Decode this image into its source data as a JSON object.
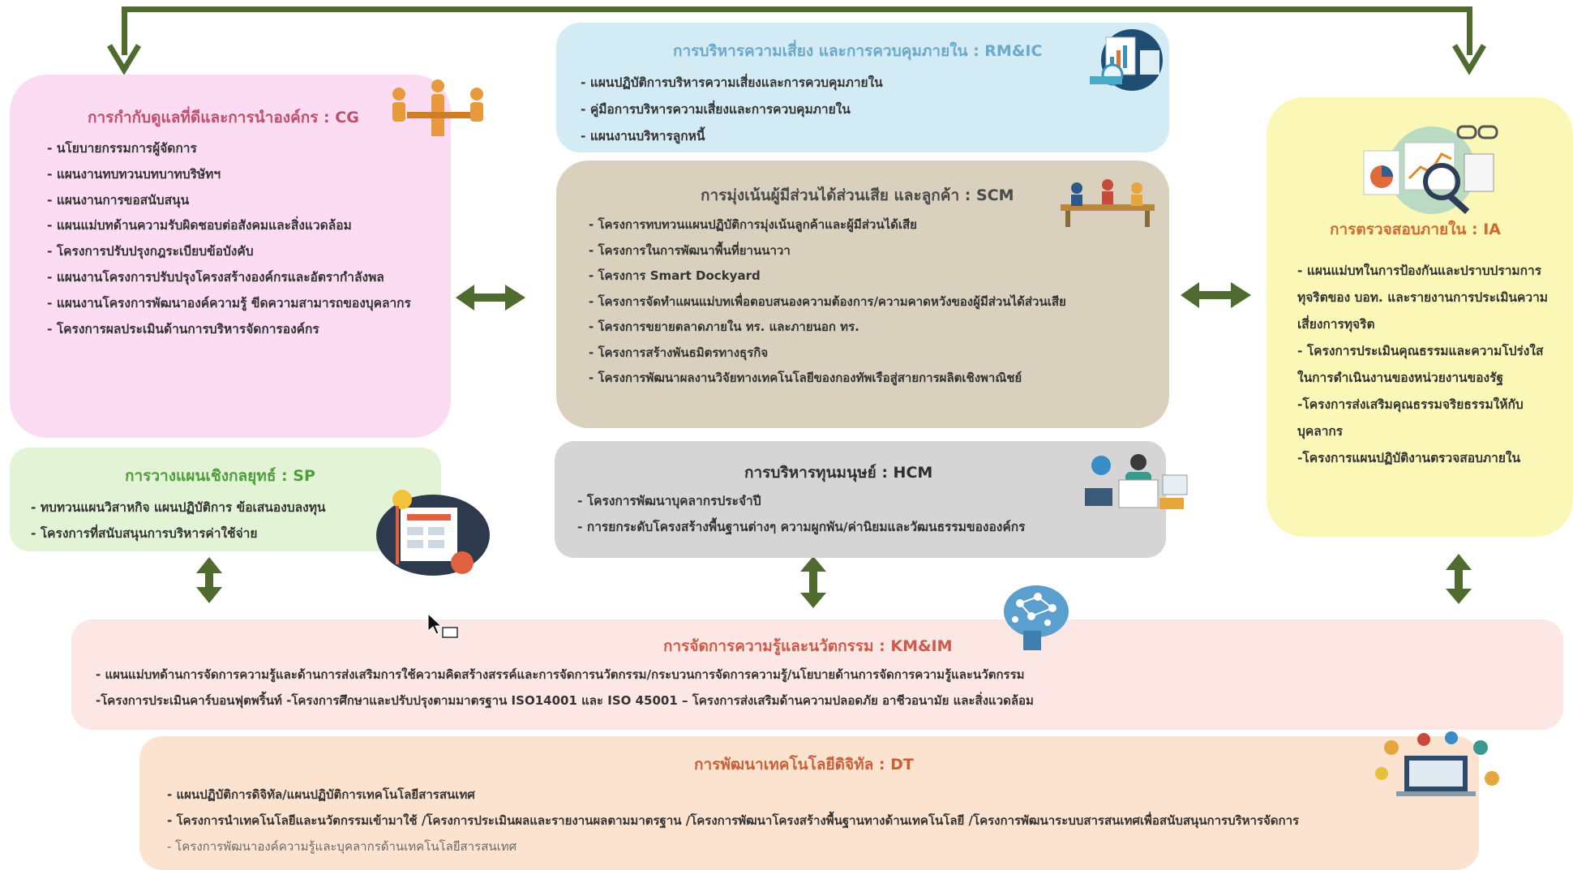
{
  "rm": {
    "title": "การบริหารความเสี่ยง และการควบคุมภายใน : RM&IC",
    "items": [
      "- แผนปฏิบัติการบริหารความเสี่ยงและการควบคุมภายใน",
      "- คู่มือการบริหารความเสี่ยงและการควบคุมภายใน",
      "- แผนงานบริหารลูกหนี้"
    ]
  },
  "cg": {
    "title": "การกำกับดูแลที่ดีและการนำองค์กร : CG",
    "items": [
      "- นโยบายกรรมการผู้จัดการ",
      "- แผนงานทบทวนบทบาทบริษัทฯ",
      "- แผนงานการขอสนับสนุน",
      "- แผนแม่บทด้านความรับผิดชอบต่อสังคมและสิ่งแวดล้อม",
      "- โครงการปรับปรุงกฎระเบียบข้อบังคับ",
      "- แผนงานโครงการปรับปรุงโครงสร้างองค์กรและอัตรากำลังพล",
      "- แผนงานโครงการพัฒนาองค์ความรู้ ขีดความสามารถของบุคลากร",
      "- โครงการผลประเมินด้านการบริหารจัดการองค์กร"
    ]
  },
  "scm": {
    "title": "การมุ่งเน้นผู้มีส่วนได้ส่วนเสีย และลูกค้า : SCM",
    "items": [
      "- โครงการทบทวนแผนปฏิบัติการมุ่งเน้นลูกค้าและผู้มีส่วนได้เสีย",
      "- โครงการในการพัฒนาพื้นที่ยานนาวา",
      "-  โครงการ Smart Dockyard",
      "- โครงการจัดทำแผนแม่บทเพื่อตอบสนองความต้องการ/ความคาดหวังของผู้มีส่วนได้ส่วนเสีย",
      "- โครงการขยายตลาดภายใน ทร. และภายนอก ทร.",
      "- โครงการสร้างพันธมิตรทางธุรกิจ",
      "- โครงการพัฒนาผลงานวิจัยทางเทคโนโลยีของกองทัพเรือสู่สายการผลิตเชิงพาณิชย์"
    ]
  },
  "ia": {
    "title": "การตรวจสอบภายใน : IA",
    "items": [
      "- แผนแม่บทในการป้องกันและปราบปรามการทุจริตของ บอท. และรายงานการประเมินความเสี่ยงการทุจริต",
      "- โครงการประเมินคุณธรรมและความโปร่งใสในการดำเนินงานของหน่วยงานของรัฐ",
      "-โครงการส่งเสริมคุณธรรมจริยธรรมให้กับบุคลากร",
      "-โครงการแผนปฏิบัติงานตรวจสอบภายใน"
    ]
  },
  "sp": {
    "title": "การวางแผนเชิงกลยุทธ์ : SP",
    "items": [
      "- ทบทวนแผนวิสาหกิจ แผนปฏิบัติการ ข้อเสนองบลงทุน",
      "- โครงการที่สนับสนุนการบริหารค่าใช้จ่าย"
    ]
  },
  "hcm": {
    "title": "การบริหารทุนมนุษย์  : HCM",
    "items": [
      "- โครงการพัฒนาบุคลากรประจำปี",
      "- การยกระดับโครงสร้างพื้นฐานต่างๆ ความผูกพัน/ค่านิยมและวัฒนธรรมขององค์กร"
    ]
  },
  "km": {
    "title": "การจัดการความรู้และนวัตกรรม : KM&IM",
    "items": [
      "- แผนแม่บทด้านการจัดการความรู้และด้านการส่งเสริมการใช้ความคิดสร้างสรรค์และการจัดการนวัตกรรม/กระบวนการจัดการความรู้/นโยบายด้านการจัดการความรู้และนวัตกรรม",
      "-โครงการประเมินคาร์บอนฟุตพริ้นท์ -โครงการศึกษาและปรับปรุงตามมาตรฐาน ISO14001 และ ISO 45001 – โครงการส่งเสริมด้านความปลอดภัย อาชีวอนามัย และสิ่งแวดล้อม"
    ]
  },
  "dt": {
    "title": "การพัฒนาเทคโนโลยีดิจิทัล : DT",
    "items": [
      "- แผนปฏิบัติการดิจิทัล/แผนปฏิบัติการเทคโนโลยีสารสนเทศ",
      "- โครงการนำเทคโนโลยีและนวัตกรรมเข้ามาใช้ /โครงการประเมินผลและรายงานผลตามมาตรฐาน /โครงการพัฒนาโครงสร้างพื้นฐานทางด้านเทคโนโลยี /โครงการพัฒนาระบบสารสนเทศเพื่อสนับสนุนการบริหารจัดการ",
      "- โครงการพัฒนาองค์ความรู้และบุคลากรด้านเทคโนโลยีสารสนเทศ"
    ]
  },
  "colors": {
    "arrow": "#4f6b2f",
    "cg_bg": "#fbdcf3",
    "rm_bg": "#d3ebf4",
    "scm_bg": "#d9d1bd",
    "ia_bg": "#fbf8b7",
    "sp_bg": "#e2f3d6",
    "hcm_bg": "#d5d5d5",
    "km_bg": "#fde7e4",
    "dt_bg": "#fce3cf"
  }
}
